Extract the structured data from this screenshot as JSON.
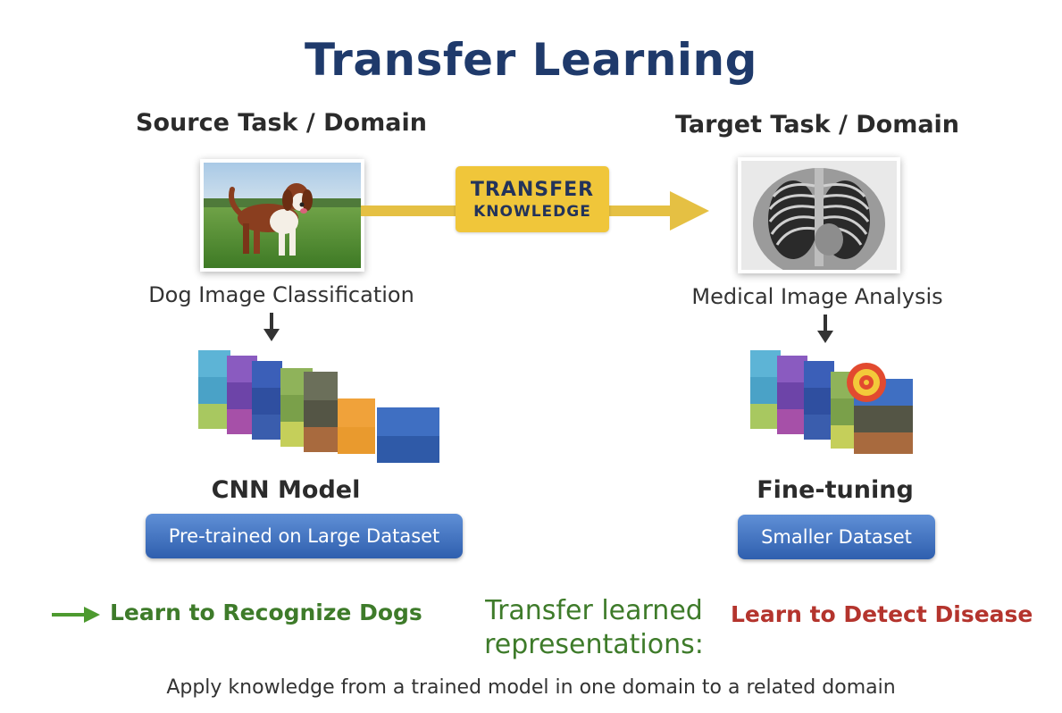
{
  "title": "Transfer Learning",
  "source": {
    "heading": "Source Task / Domain",
    "caption": "Dog Image Classification",
    "model_label": "CNN Model",
    "dataset_label": "Pre-trained on Large Dataset"
  },
  "target": {
    "heading": "Target Task / Domain",
    "caption": "Medical Image Analysis",
    "model_label": "Fine-tuning",
    "dataset_label": "Smaller Dataset"
  },
  "transfer": {
    "line1": "TRANSFER",
    "line2": "KNOWLEDGE"
  },
  "bottom": {
    "learn_source": "Learn to Recognize Dogs",
    "transfer_line1": "Transfer learned",
    "transfer_line2": "representations:",
    "learn_target": "Learn to Detect Disease"
  },
  "footer": "Apply knowledge from a trained model in one domain to a related domain",
  "colors": {
    "title": "#1f3a6b",
    "transfer_box": "#f0c63a",
    "arrow": "#e5c043",
    "green": "#3e7b2a",
    "red": "#b4342d",
    "pill": "#3f6fbf"
  },
  "icons": [
    "dog-photo",
    "chest-xray",
    "down-arrow-icon",
    "target-icon",
    "right-arrow-icon"
  ]
}
